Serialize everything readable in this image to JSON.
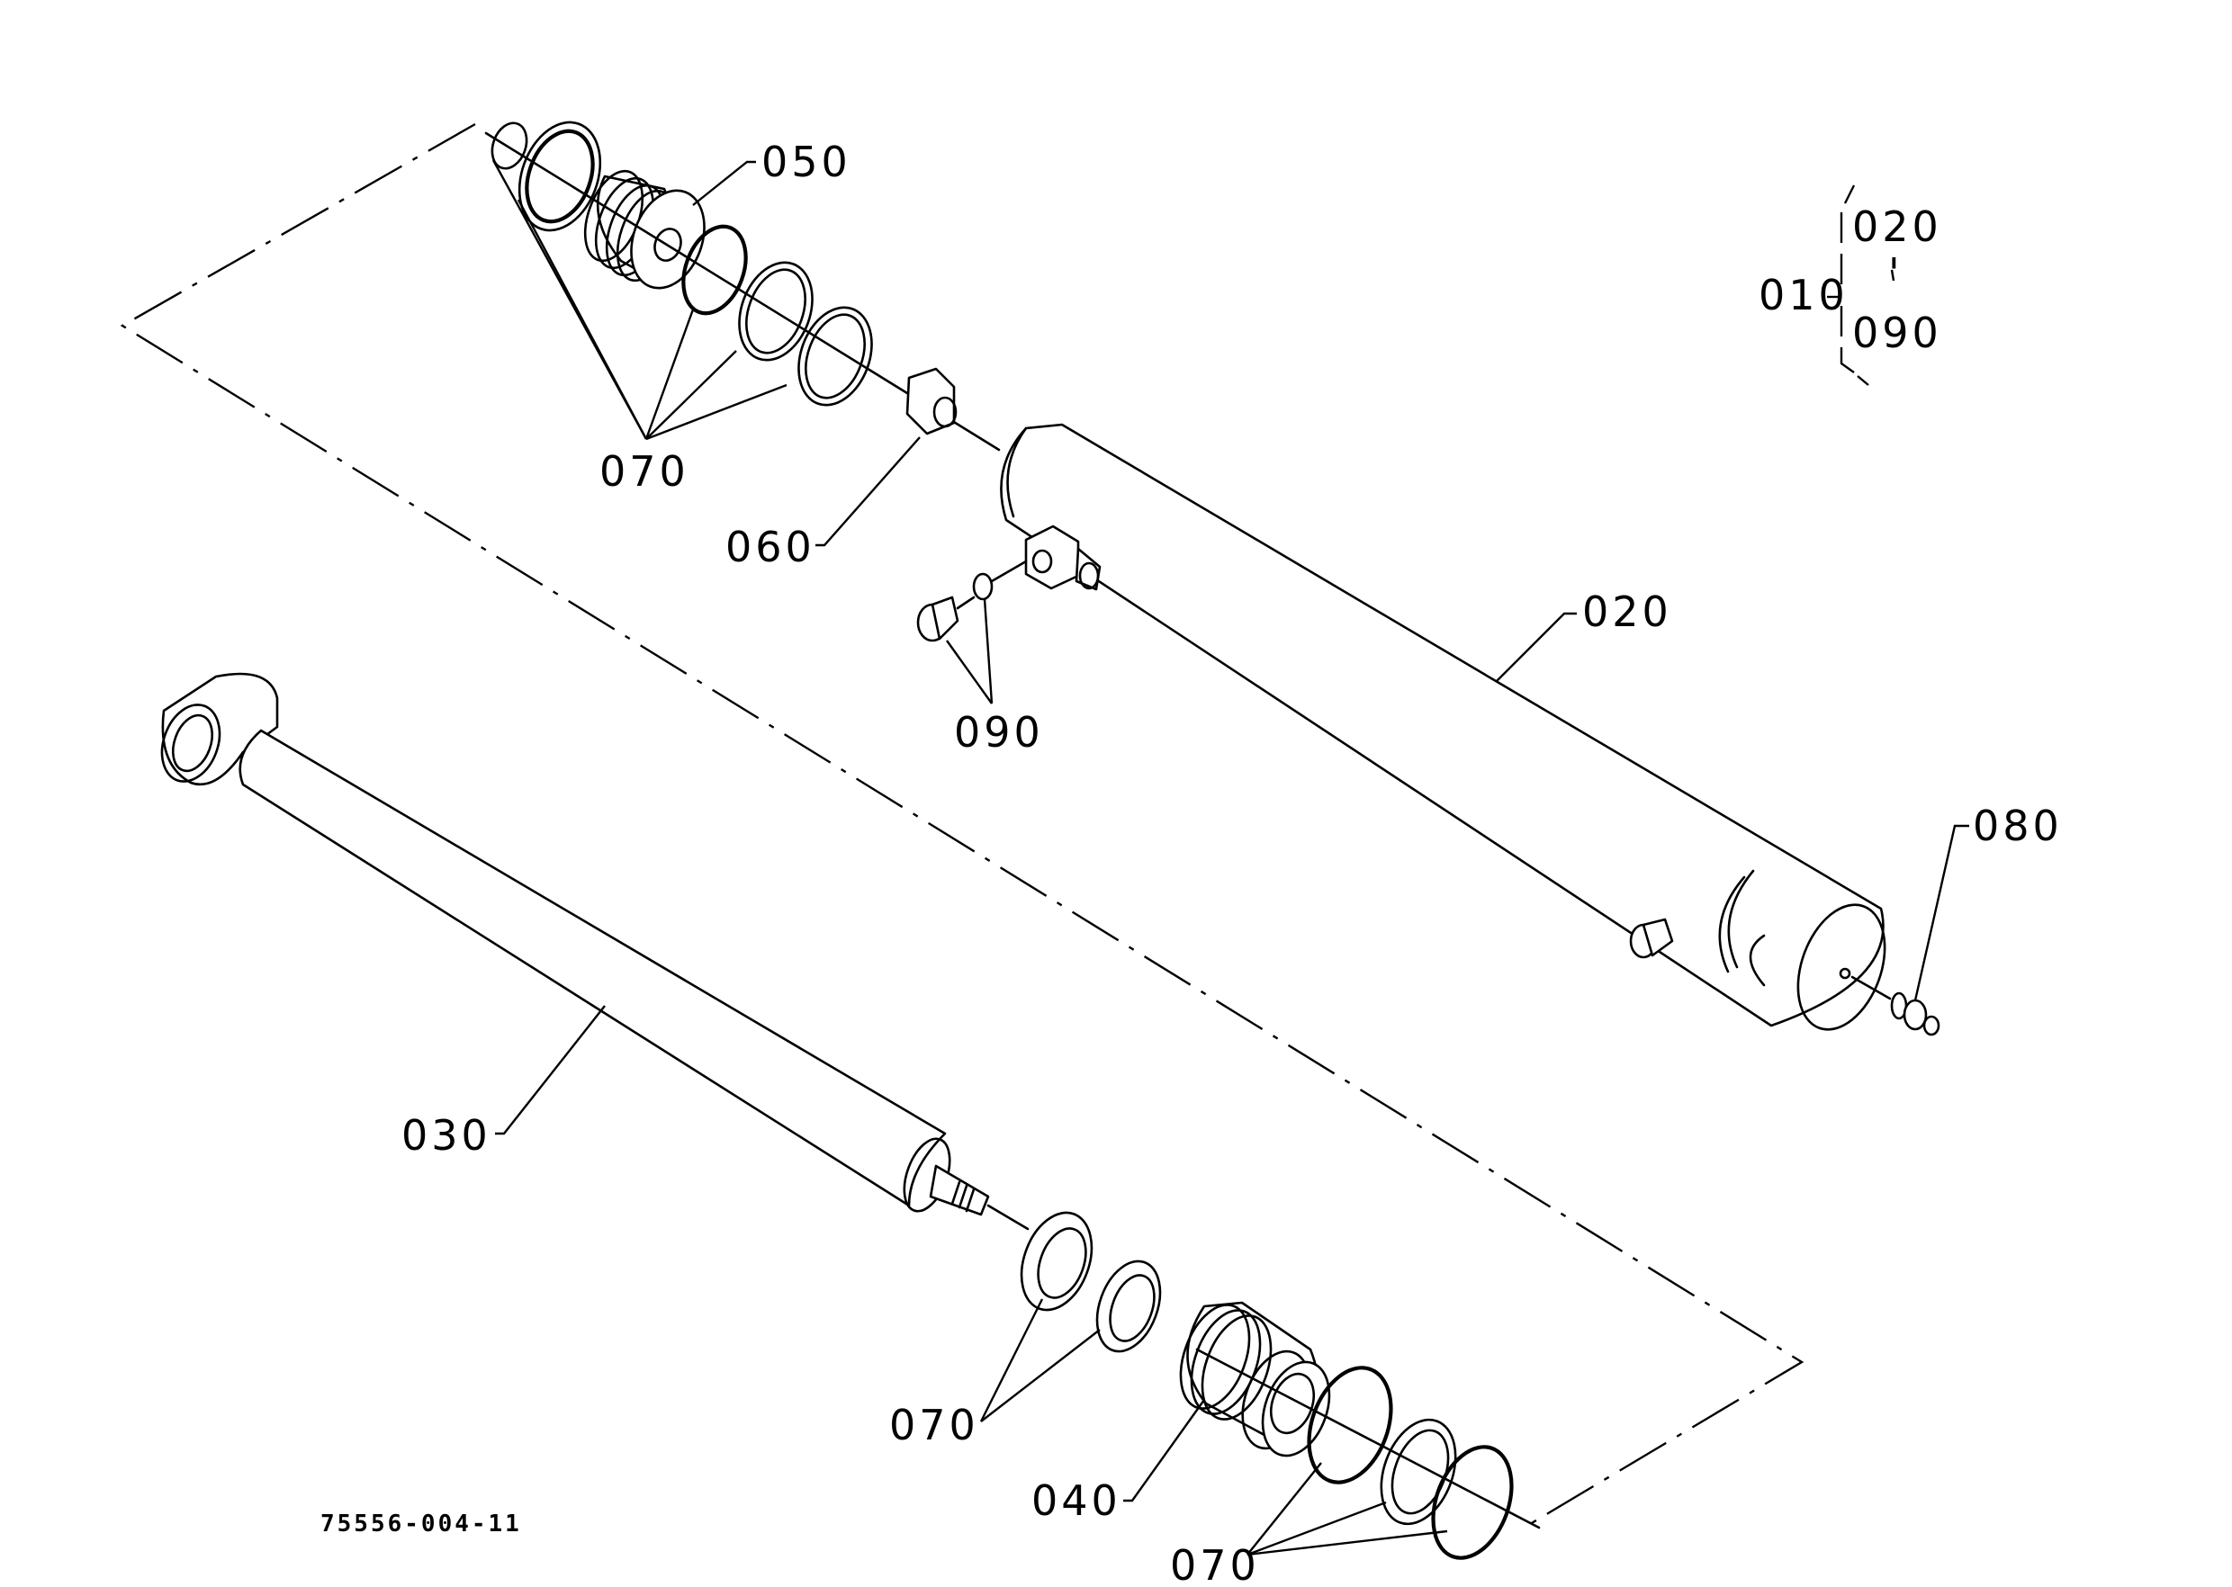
{
  "diagram": {
    "title": "Hydraulic cylinder exploded parts view",
    "drawing_number": "75556-004-11",
    "assembly": {
      "number": "010",
      "range_start": "020",
      "range_separator": "'",
      "range_end": "090"
    },
    "labels": {
      "piston": "050",
      "seals_upper": "070",
      "nut": "060",
      "tube": "020",
      "fitting_kit": "090",
      "grease_nipple": "080",
      "rod": "030",
      "seals_lower_left": "070",
      "gland": "040",
      "seals_lower_right": "070"
    }
  }
}
